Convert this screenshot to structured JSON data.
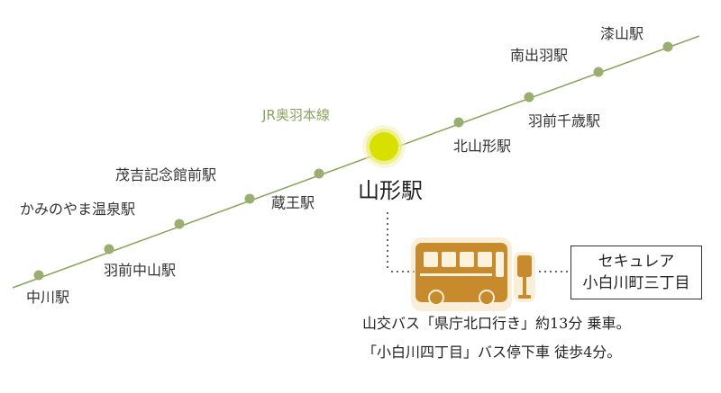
{
  "line": {
    "name": "JR奥羽本線",
    "color": "#8aa35a"
  },
  "stations": {
    "nakagawa": "中川駅",
    "uzen_nakayama": "羽前中山駅",
    "kaminoyama_onsen": "かみのやま温泉駅",
    "mokichi_kinenkanmae": "茂吉記念館前駅",
    "zao": "蔵王駅",
    "yamagata": "山形駅",
    "kita_yamagata": "北山形駅",
    "uzen_chitose": "羽前千歳駅",
    "minami_dewa": "南出羽駅",
    "urushiyama": "漆山駅"
  },
  "destination": {
    "line1": "セキュレア",
    "line2": "小白川町三丁目"
  },
  "access": {
    "line1": "山交バス「県庁北口行き」約13分 乗車。",
    "line2": "「小白川四丁目」バス停下車 徒歩4分。"
  },
  "colors": {
    "station_dot": "#9aae72",
    "main_station": "#d8e000",
    "bus": "#c78a2c"
  },
  "icons": {
    "bus": "bus-icon",
    "bus_stop": "bus-stop-icon"
  }
}
